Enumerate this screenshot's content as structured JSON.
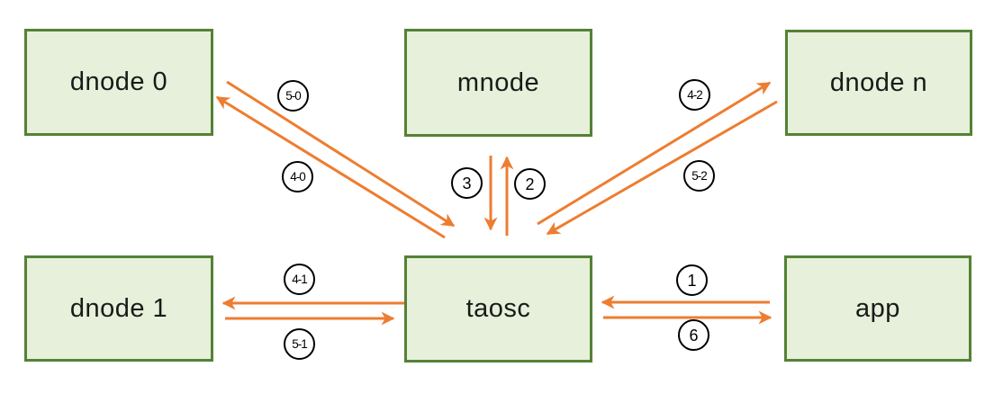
{
  "diagram": {
    "type": "message-flow-diagram",
    "background": "#ffffff",
    "nodes": [
      {
        "id": "dnode0",
        "label": "dnode 0"
      },
      {
        "id": "mnode",
        "label": "mnode"
      },
      {
        "id": "dnoden",
        "label": "dnode n"
      },
      {
        "id": "dnode1",
        "label": "dnode 1"
      },
      {
        "id": "taosc",
        "label": "taosc"
      },
      {
        "id": "app",
        "label": "app"
      }
    ],
    "edges": [
      {
        "label": "1",
        "from": "app",
        "to": "taosc"
      },
      {
        "label": "2",
        "from": "taosc",
        "to": "mnode"
      },
      {
        "label": "3",
        "from": "mnode",
        "to": "taosc"
      },
      {
        "label": "4-0",
        "from": "taosc",
        "to": "dnode0"
      },
      {
        "label": "5-0",
        "from": "dnode0",
        "to": "taosc"
      },
      {
        "label": "4-1",
        "from": "taosc",
        "to": "dnode1"
      },
      {
        "label": "5-1",
        "from": "dnode1",
        "to": "taosc"
      },
      {
        "label": "4-2",
        "from": "taosc",
        "to": "dnoden"
      },
      {
        "label": "5-2",
        "from": "dnoden",
        "to": "taosc"
      },
      {
        "label": "6",
        "from": "taosc",
        "to": "app"
      }
    ],
    "colors": {
      "arrow": "#ED7D31",
      "node_fill": "#E6F0DA",
      "node_border": "#548235",
      "edge_label_border": "#000000",
      "edge_label_text": "#000000",
      "node_text": "#1A1A1A"
    }
  }
}
